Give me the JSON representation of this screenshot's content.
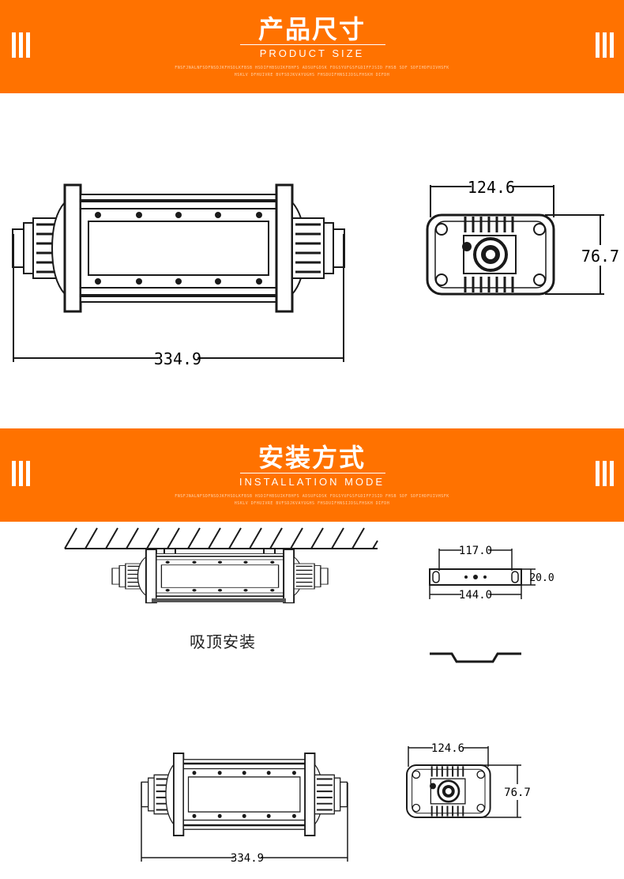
{
  "section1": {
    "title": "产品尺寸",
    "subtitle": "PRODUCT SIZE",
    "fineprint": "FNSFJNALNFSDFNSDJKFHSDLKFBSB HSDIFHBSUIKFBHFS ADSUFGDSK FDGSYUFGSFGDIFFJSID FHSB SDF SDFIHDFUIVHSFKHSKLV DFHUIVRE BVFSDJKVAYUGHS FHSDUIFHNSIJDSLFHSKH DIFDH"
  },
  "section2": {
    "title": "安装方式",
    "subtitle": "INSTALLATION MODE",
    "fineprint": "FNSFJNALNFSDFNSDJKFHSDLKFBSB HSDIFHBSUIKFBHFS ADSUFGDSK FDGSYUFGSFGDIFFJSID FHSB SDF SDFIHDFUIVHSFKHSKLV DFHUIVRE BVFSDJKVAYUGHS FHSDUIFHNSIJDSLFHSKH DIFDH",
    "caption": "吸顶安装"
  },
  "dimensions": {
    "length": "334.9",
    "width": "124.6",
    "height": "76.7",
    "bracket_hole_spacing": "117.0",
    "bracket_length": "144.0",
    "bracket_width": "20.0"
  },
  "colors": {
    "banner": "#ff7200",
    "line": "#1a1a1a"
  }
}
